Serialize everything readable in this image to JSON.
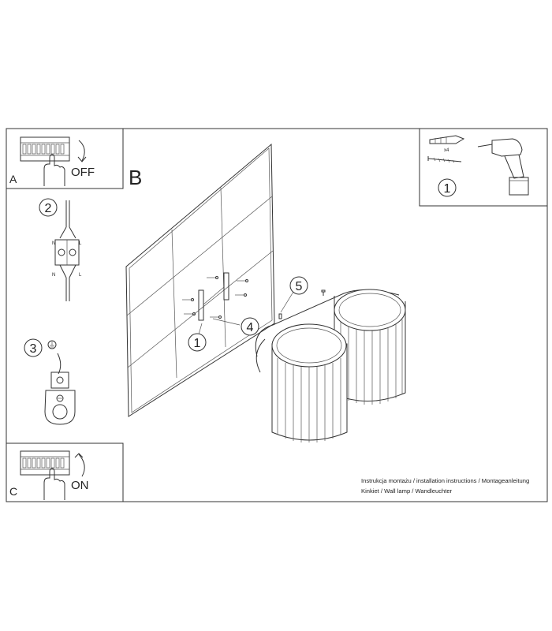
{
  "panels": {
    "a": {
      "letter": "A",
      "action": "OFF"
    },
    "b": {
      "letter": "B"
    },
    "c": {
      "letter": "C",
      "action": "ON"
    }
  },
  "steps": {
    "one": "1",
    "two": "2",
    "three": "3",
    "four": "4",
    "five": "5"
  },
  "drill_kit": {
    "quantity": "x4"
  },
  "connector": {
    "n_top": "N",
    "l_top": "L",
    "n_bottom": "N",
    "l_bottom": "L"
  },
  "footer": {
    "line1": "Instrukcja montażu / installation instructions / Montageanleitung",
    "line2": "Kinkiet / Wall lamp / Wandleuchter"
  }
}
